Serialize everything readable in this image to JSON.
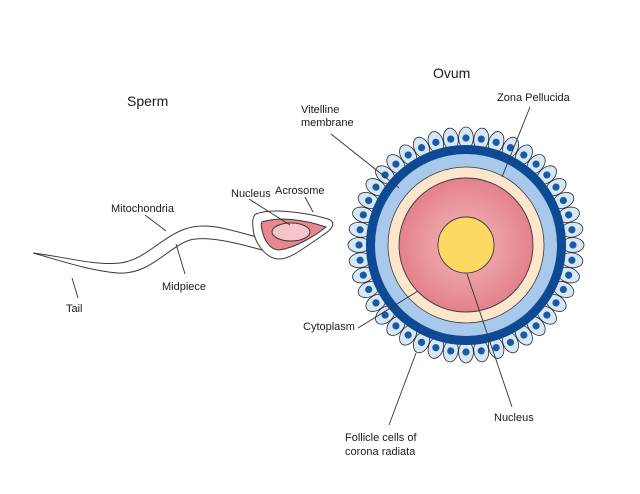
{
  "titles": {
    "sperm": "Sperm",
    "ovum": "Ovum"
  },
  "sperm_labels": {
    "nucleus": "Nucleus",
    "acrosome": "Acrosome",
    "mitochondria": "Mitochondria",
    "midpiece": "Midpiece",
    "tail": "Tail"
  },
  "ovum_labels": {
    "vitelline_line1": "Vitelline",
    "vitelline_line2": "membrane",
    "zona_pellucida": "Zona Pellucida",
    "cytoplasm": "Cytoplasm",
    "nucleus": "Nucleus",
    "follicle_line1": "Follicle cells of",
    "follicle_line2": "corona radiata"
  },
  "colors": {
    "follicle_cell_fill": "#d6e8f7",
    "follicle_nucleus": "#1a5aa5",
    "outer_ring_dark_blue": "#0e4a94",
    "vitelline_light_blue": "#a8c8ec",
    "zona_cream": "#fde6cc",
    "cytoplasm_pink_center": "#f3b9bd",
    "cytoplasm_pink_edge": "#e4818a",
    "ovum_nucleus_yellow": "#fdd964",
    "acrosome_pink": "#e8878e",
    "sperm_nucleus_light_pink": "#f6c5c9"
  },
  "follicle_cell_count": 44
}
